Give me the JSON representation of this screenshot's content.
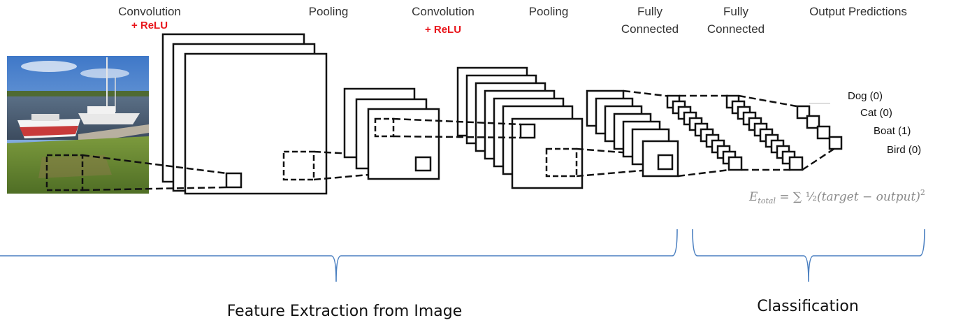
{
  "stages": {
    "conv1": {
      "label": "Convolution",
      "activation": "+ ReLU"
    },
    "pool1": {
      "label": "Pooling"
    },
    "conv2": {
      "label": "Convolution",
      "activation": "+ ReLU"
    },
    "pool2": {
      "label": "Pooling"
    },
    "fc1": {
      "line1": "Fully",
      "line2": "Connected"
    },
    "fc2": {
      "line1": "Fully",
      "line2": "Connected"
    },
    "output": {
      "label": "Output Predictions"
    }
  },
  "predictions": [
    "Dog (0)",
    "Cat (0)",
    "Boat (1)",
    "Bird (0)"
  ],
  "loss_formula": "E_total = Σ ½(target − output)²",
  "formula_parts": {
    "e": "E",
    "sub": "total",
    "eq": " = ∑ ",
    "half": "½",
    "expr": "(target − output)",
    "sup": "2"
  },
  "sections": {
    "feature_extraction": "Feature Extraction from Image",
    "classification": "Classification"
  },
  "colors": {
    "relu": "#e8151b",
    "brace": "#4a7fc0",
    "stroke": "#111111"
  },
  "input_image_icon": "boat-photo-icon"
}
